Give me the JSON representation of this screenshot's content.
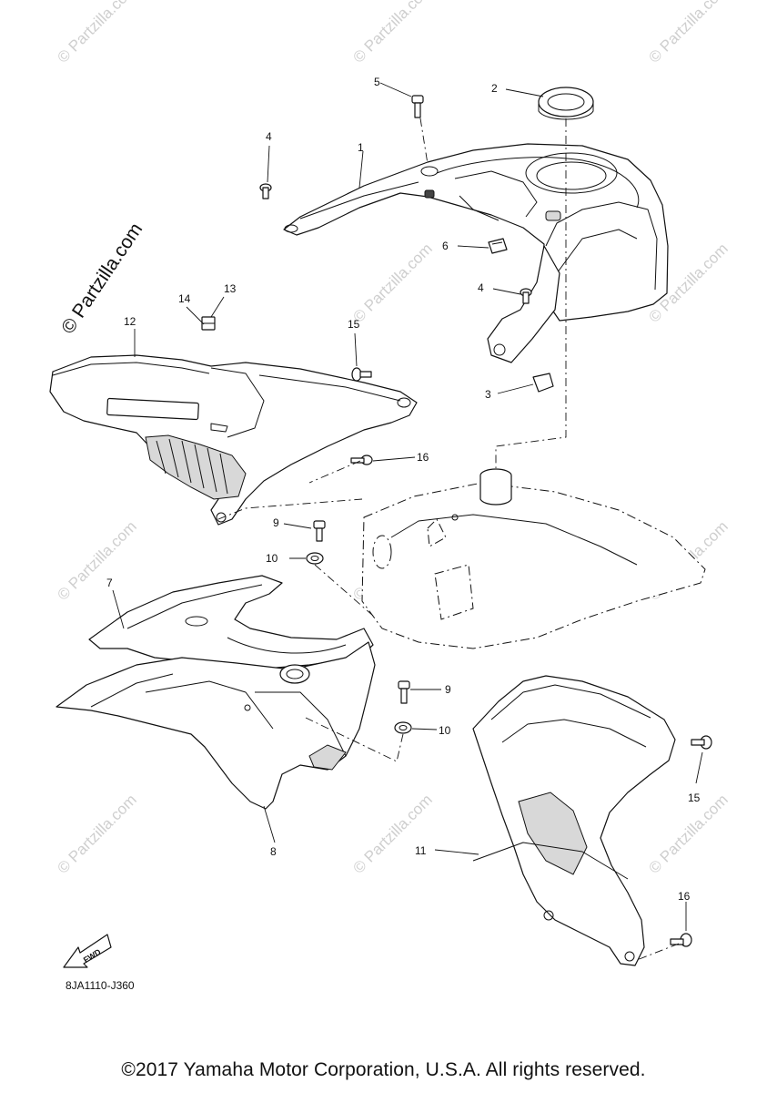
{
  "callouts": {
    "c1": "1",
    "c2": "2",
    "c3": "3",
    "c4a": "4",
    "c4b": "4",
    "c5": "5",
    "c6": "6",
    "c7": "7",
    "c8": "8",
    "c9a": "9",
    "c9b": "9",
    "c10a": "10",
    "c10b": "10",
    "c11": "11",
    "c12": "12",
    "c13": "13",
    "c14": "14",
    "c15a": "15",
    "c15b": "15",
    "c16a": "16",
    "c16b": "16"
  },
  "watermark": {
    "main": "© Partzilla.com",
    "repeat": "© Partzilla.com"
  },
  "fwd_label": "FWD",
  "ref_code": "8JA1110-J360",
  "copyright": "©2017 Yamaha Motor Corporation, U.S.A. All rights reserved."
}
